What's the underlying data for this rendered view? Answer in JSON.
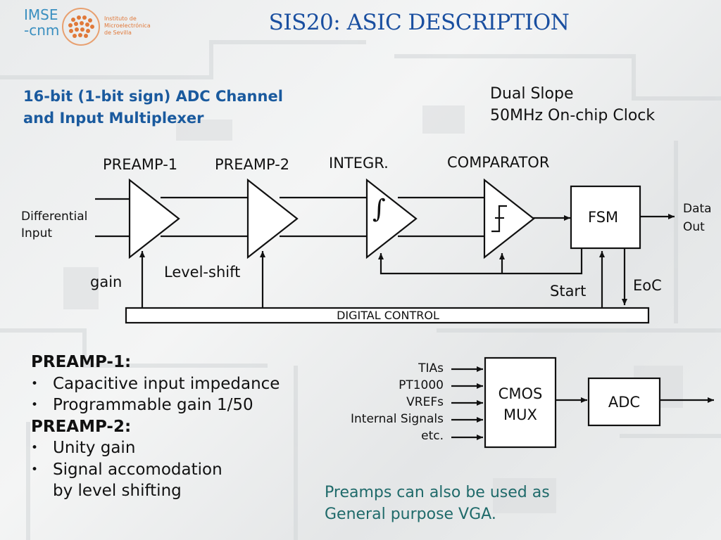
{
  "title": "SIS20: ASIC DESCRIPTION",
  "logo": {
    "brand_line1": "IMSE",
    "brand_line2": "-cnm",
    "sub_line1": "Instituto de",
    "sub_line2": "Microelectrónica",
    "sub_line3": "de Sevilla"
  },
  "subtitle_line1": "16-bit (1-bit sign) ADC Channel",
  "subtitle_line2": "and Input Multiplexer",
  "note_top_line1": "Dual Slope",
  "note_top_line2": "50MHz On-chip Clock",
  "diagram": {
    "preamp1": "PREAMP-1",
    "preamp2": "PREAMP-2",
    "integr": "INTEGR.",
    "comparator": "COMPARATOR",
    "fsm": "FSM",
    "data_out_line1": "Data",
    "data_out_line2": "Out",
    "diff_input_line1": "Differential",
    "diff_input_line2": "Input",
    "gain": "gain",
    "level_shift": "Level-shift",
    "start": "Start",
    "eoc": "EoC",
    "digital_control": "DIGITAL CONTROL",
    "integral_symbol": "∫"
  },
  "mux": {
    "inputs": [
      "TIAs",
      "PT1000",
      "VREFs",
      "Internal Signals",
      "etc."
    ],
    "cmos_line1": "CMOS",
    "cmos_line2": "MUX",
    "adc": "ADC"
  },
  "bullets": {
    "preamp1_heading": "PREAMP-1:",
    "preamp1_items": [
      "Capacitive input impedance",
      "Programmable gain 1/50"
    ],
    "preamp2_heading": "PREAMP-2:",
    "preamp2_item1": "Unity gain",
    "preamp2_item2_line1": "Signal accomodation",
    "preamp2_item2_line2": "by level shifting"
  },
  "note_bottom_line1": "Preamps can also be used as",
  "note_bottom_line2": "General purpose VGA.",
  "colors": {
    "title": "#1a4fa0",
    "subtitle": "#1a5a9e",
    "note_bottom": "#1f6a6a",
    "logo_blue": "#3a8fc0",
    "logo_orange": "#e0793a"
  }
}
